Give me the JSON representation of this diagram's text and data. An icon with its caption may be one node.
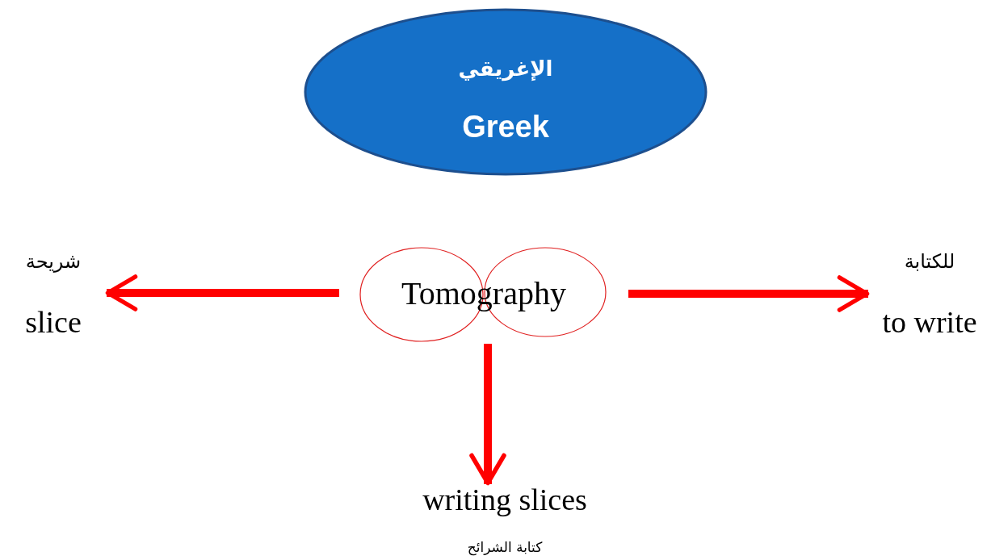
{
  "diagram": {
    "nodes": [
      {
        "text": [
          "الإغريقي",
          "Greek"
        ]
      },
      {
        "text": [
          "Tomography"
        ]
      },
      {
        "text": [
          "شريحة",
          "slice"
        ]
      },
      {
        "text": [
          "للكتابة",
          "to write"
        ]
      },
      {
        "text": [
          "writing slices",
          "كتابة الشرائح"
        ]
      }
    ],
    "edges": [
      {
        "from": 1,
        "to": 2,
        "arrow": "to"
      },
      {
        "from": 1,
        "to": 3,
        "arrow": "to"
      },
      {
        "from": 1,
        "to": 4,
        "arrow": "to"
      }
    ]
  }
}
